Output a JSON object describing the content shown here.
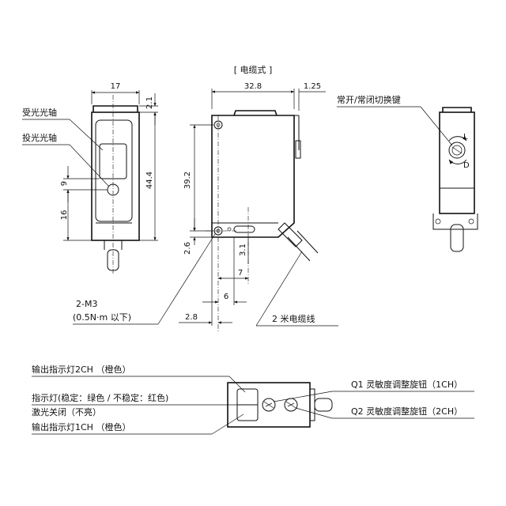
{
  "title": "[ 电缆式 ]",
  "front_view": {
    "dim_width": "17",
    "dim_top": "2.1",
    "dim_height": "44.4",
    "dim_9": "9",
    "dim_16": "16",
    "label_receiver_axis": "受光光轴",
    "label_emitter_axis": "投光光轴"
  },
  "side_view": {
    "dim_width": "32.8",
    "dim_offset": "1.25",
    "dim_height": "39.2",
    "dim_2_6": "2.6",
    "dim_3_1": "3.1",
    "dim_7": "7",
    "dim_6": "6",
    "dim_2_8": "2.8",
    "label_mount_hole": "2-M3",
    "label_torque": "(0.5N·m  以下)",
    "label_cable": "2 米电缆线"
  },
  "back_view": {
    "label_switch": "常开/常闭切换键",
    "mark_L": "L",
    "mark_D": "D"
  },
  "top_view": {
    "label_out2": "输出指示灯2CH （橙色）",
    "label_indicator": "指示灯(稳定：绿色 / 不稳定：红色)",
    "label_laser_off": "激光关闭（不亮）",
    "label_out1": "输出指示灯1CH （橙色）",
    "label_q1": "Q1  灵敏度调整旋钮（1CH）",
    "label_q2": "Q2  灵敏度调整旋钮（2CH）"
  }
}
